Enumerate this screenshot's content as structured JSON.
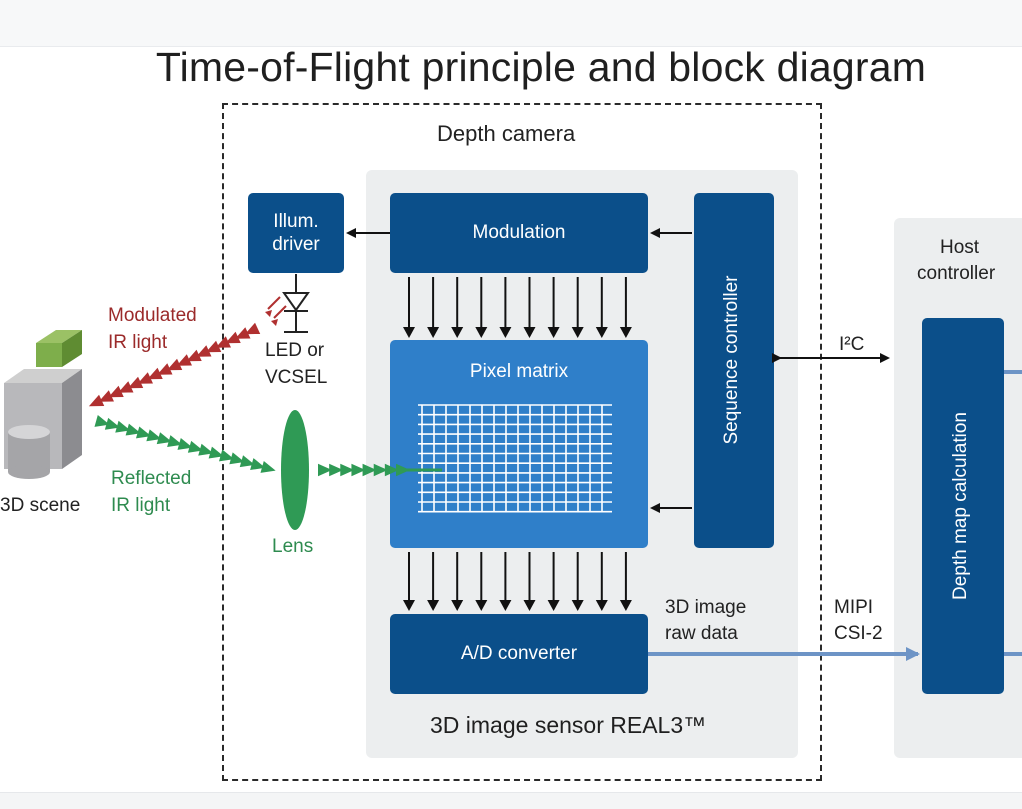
{
  "title": "Time-of-Flight principle and block diagram",
  "depth_camera": {
    "label": "Depth camera"
  },
  "illum_driver": {
    "line1": "Illum.",
    "line2": "driver"
  },
  "modulation": {
    "label": "Modulation"
  },
  "pixel_matrix": {
    "label": "Pixel matrix"
  },
  "ad_converter": {
    "label": "A/D converter"
  },
  "sequence_controller": {
    "label": "Sequence controller"
  },
  "sensor": {
    "label": "3D image sensor REAL3™"
  },
  "host": {
    "line1": "Host",
    "line2": "controller",
    "depth_map": "Depth map calculation"
  },
  "bus": {
    "i2c": "I²C",
    "raw_line1": "3D image",
    "raw_line2": "raw data",
    "mipi_line1": "MIPI",
    "mipi_line2": "CSI-2"
  },
  "optics": {
    "led_line1": "LED or",
    "led_line2": "VCSEL",
    "lens": "Lens",
    "modulated_line1": "Modulated",
    "modulated_line2": "IR light",
    "reflected_line1": "Reflected",
    "reflected_line2": "IR light"
  },
  "scene": {
    "label": "3D scene"
  },
  "colors": {
    "block": "#0b4f8a",
    "pixel_matrix": "#2f7fc9",
    "panel": "#eceeef",
    "modulated_light": "#b03030",
    "reflected_light": "#2f9a55",
    "lens": "#2f9a55",
    "bus_line": "#6d94c6"
  }
}
